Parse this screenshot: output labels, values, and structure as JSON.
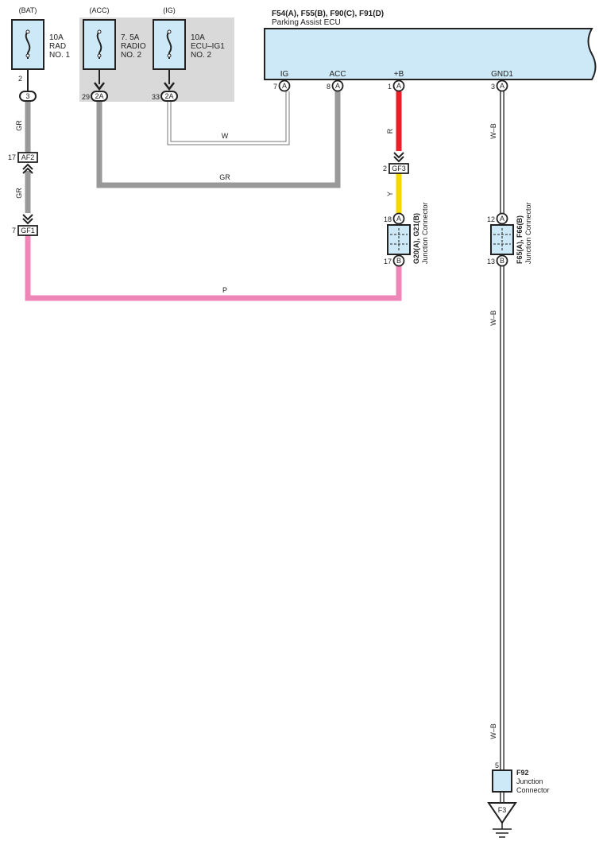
{
  "fuses": [
    {
      "source": "(BAT)",
      "rating": "10A",
      "name1": "RAD",
      "name2": "NO. 1",
      "pin": "2",
      "connector": "3"
    },
    {
      "source": "(ACC)",
      "rating": "7. 5A",
      "name1": "RADIO",
      "name2": "NO. 2",
      "pin": "29",
      "connector": "2A"
    },
    {
      "source": "(IG)",
      "rating": "10A",
      "name1": "ECU–IG1",
      "name2": "NO. 2",
      "pin": "33",
      "connector": "2A"
    }
  ],
  "ecu": {
    "title": "F54(A), F55(B), F90(C), F91(D)",
    "subtitle": "Parking Assist ECU",
    "pins": [
      {
        "name": "IG",
        "pin": "7",
        "conn": "A"
      },
      {
        "name": "ACC",
        "pin": "8",
        "conn": "A"
      },
      {
        "name": "+B",
        "pin": "1",
        "conn": "A"
      },
      {
        "name": "GND1",
        "pin": "3",
        "conn": "A"
      }
    ]
  },
  "wires": {
    "bat_top": "GR",
    "bat_mid": "GR",
    "ig_loop": "W",
    "acc_loop": "GR",
    "b_top": "R",
    "b_mid": "Y",
    "pink": "P",
    "gnd_1": "W–B",
    "gnd_2": "W–B",
    "gnd_3": "W–B"
  },
  "connectors": {
    "af2": {
      "pin": "17",
      "name": "AF2"
    },
    "gf1": {
      "pin": "7",
      "name": "GF1"
    },
    "gf3": {
      "pin": "2",
      "name": "GF3"
    }
  },
  "junctions": {
    "j1": {
      "title": "G20(A), G21(B)",
      "subtitle": "Junction Connector",
      "top_pin": "18",
      "top_conn": "A",
      "bot_pin": "17",
      "bot_conn": "B"
    },
    "j2": {
      "title": "F65(A), F66(B)",
      "subtitle": "Junction Connector",
      "top_pin": "12",
      "top_conn": "A",
      "bot_pin": "13",
      "bot_conn": "B"
    },
    "j3": {
      "title": "F92",
      "line1": "Junction",
      "line2": "Connector",
      "pin": "5"
    }
  },
  "ground": {
    "label": "F3"
  },
  "colors": {
    "gray_wire": "#999999",
    "red_wire": "#e8202a",
    "yellow_wire": "#f5d800",
    "pink_wire": "#ef86b8",
    "box_fill": "#cde9f7",
    "shade": "#d9d9d9"
  }
}
